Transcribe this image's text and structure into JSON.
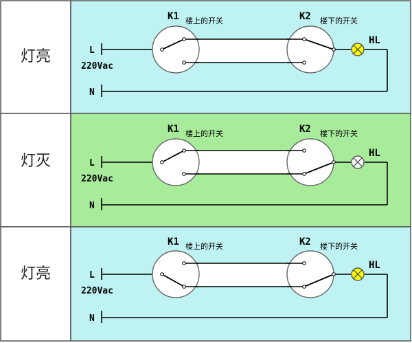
{
  "rows": [
    {
      "state_label": "灯亮",
      "background": "#bff3f3",
      "lamp_color": "#ffff00",
      "k1_up": true,
      "k2_up": true,
      "k1": {
        "name": "K1",
        "location": "楼上的开关"
      },
      "k2": {
        "name": "K2",
        "location": "楼下的开关"
      },
      "lamp_label": "HL",
      "live_label": "L",
      "voltage_label": "220Vac",
      "neutral_label": "N"
    },
    {
      "state_label": "灯灭",
      "background": "#a8ec9b",
      "lamp_color": "#ffffff",
      "k1_up": true,
      "k2_up": false,
      "k1": {
        "name": "K1",
        "location": "楼上的开关"
      },
      "k2": {
        "name": "K2",
        "location": "楼下的开关"
      },
      "lamp_label": "HL",
      "live_label": "L",
      "voltage_label": "220Vac",
      "neutral_label": "N"
    },
    {
      "state_label": "灯亮",
      "background": "#bff3f3",
      "lamp_color": "#ffff00",
      "k1_up": false,
      "k2_up": false,
      "k1": {
        "name": "K1",
        "location": "楼上的开关"
      },
      "k2": {
        "name": "K2",
        "location": "楼下的开关"
      },
      "lamp_label": "HL",
      "live_label": "L",
      "voltage_label": "220Vac",
      "neutral_label": "N"
    }
  ]
}
